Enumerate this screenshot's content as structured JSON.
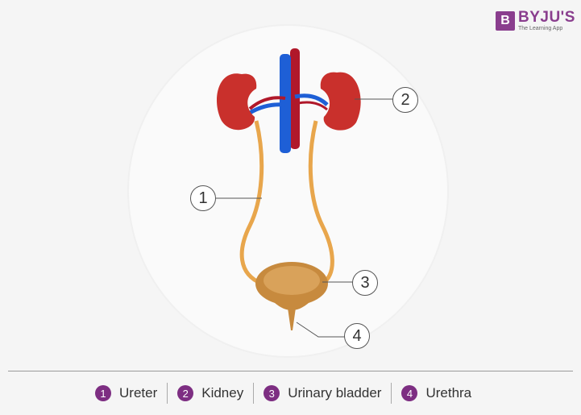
{
  "logo": {
    "mark": "B",
    "brand": "BYJU'S",
    "tagline": "The Learning App"
  },
  "callouts": [
    {
      "number": "1",
      "target": "Ureter"
    },
    {
      "number": "2",
      "target": "Kidney"
    },
    {
      "number": "3",
      "target": "Urinary bladder"
    },
    {
      "number": "4",
      "target": "Urethra"
    }
  ],
  "legend": [
    {
      "number": "1",
      "label": "Ureter"
    },
    {
      "number": "2",
      "label": "Kidney"
    },
    {
      "number": "3",
      "label": "Urinary bladder"
    },
    {
      "number": "4",
      "label": "Urethra"
    }
  ],
  "colors": {
    "brand": "#8a3e8e",
    "badge": "#7d2e82",
    "kidney": "#c9302c",
    "vein": "#1e5fd6",
    "artery": "#b0182a",
    "ureter": "#e8a64c",
    "bladder": "#c78a3e"
  }
}
